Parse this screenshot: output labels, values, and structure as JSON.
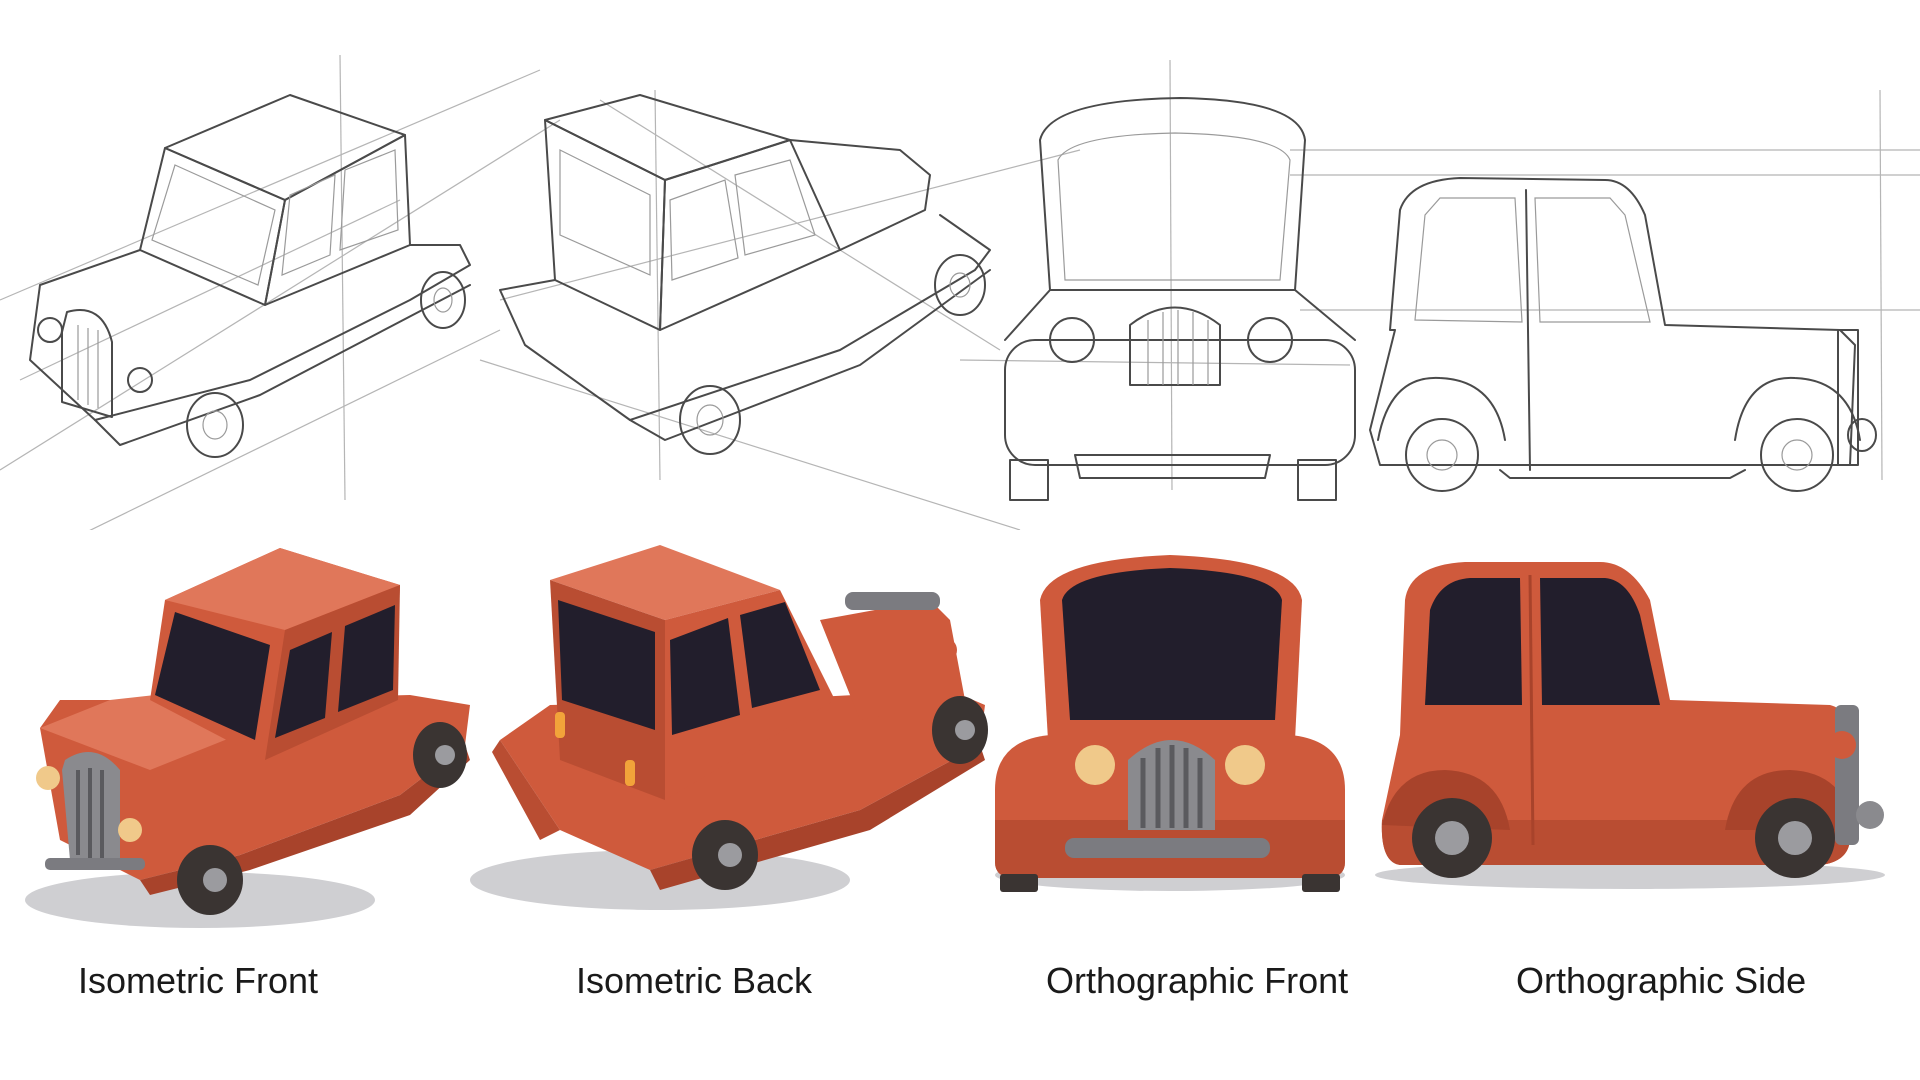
{
  "views": [
    {
      "label": "Isometric Front"
    },
    {
      "label": "Isometric Back"
    },
    {
      "label": "Orthographic Front"
    },
    {
      "label": "Orthographic Side"
    }
  ],
  "colors": {
    "body": "#cf5a3c",
    "body_dark": "#a8432b",
    "body_light": "#e0775a",
    "window": "#221e2c",
    "grille": "#8a8a8e",
    "chrome": "#7b7b80",
    "tire": "#3a3432",
    "hub": "#9b9b9f",
    "headlight": "#f0c98a",
    "indicator": "#f2a33a",
    "shadow": "#cfcfd2",
    "sketch_line": "#4a4a4a",
    "guide_line": "#b5b5b5"
  }
}
